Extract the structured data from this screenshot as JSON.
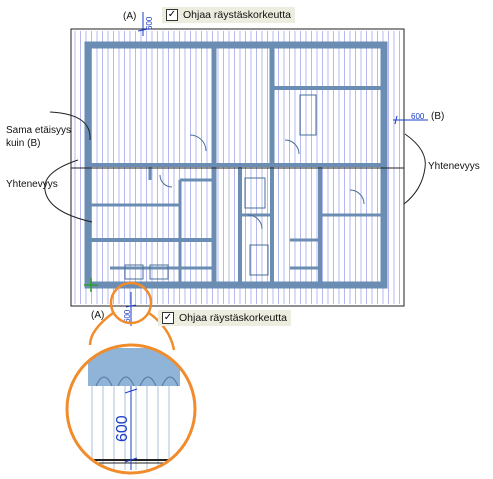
{
  "callouts": {
    "a_top": "(A)",
    "a_bottom": "(A)",
    "b_right": "(B)",
    "same_distance": "Sama etäisyys\nkuin (B)",
    "alignment_left": "Yhtenevyys",
    "alignment_right": "Yhtenevyys"
  },
  "eave_control": {
    "label": "Ohjaa räystäskorkeutta",
    "checked": true
  },
  "dimensions": {
    "top_value": "600",
    "right_value": "600",
    "bottom_value": "600",
    "zoom_value": "600"
  },
  "colors": {
    "wall": "#6b8db3",
    "rafter": "#9aa0e8",
    "dimension": "#1a3ec8",
    "highlight": "#f08c2c",
    "roof_panel": "#8fb4d8"
  }
}
